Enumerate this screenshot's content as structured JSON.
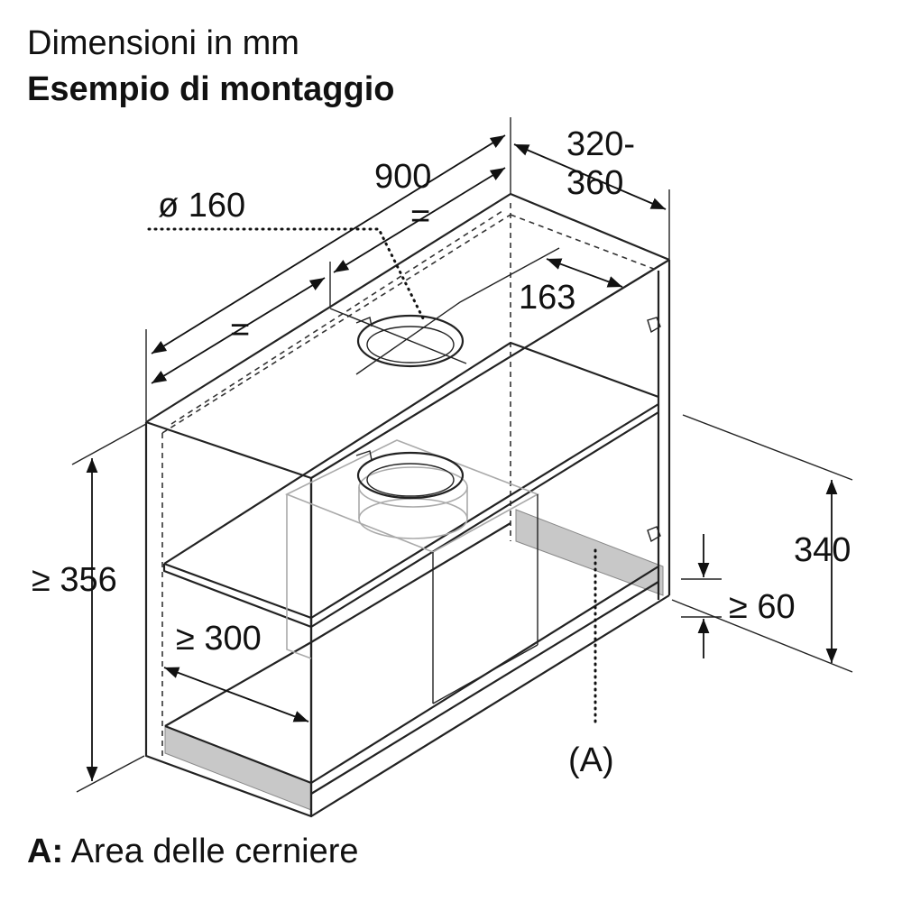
{
  "header": {
    "title": "Dimensioni in mm",
    "subtitle": "Esempio di montaggio"
  },
  "dimensions": {
    "width": "900",
    "depth_line1": "320-",
    "depth_line2": "360",
    "duct_diameter": "ø 160",
    "equal_top": "=",
    "equal_left": "=",
    "offset": "163",
    "min_height": "≥ 356",
    "min_depth": "≥ 300",
    "panel_height": "340",
    "min_gap": "≥ 60",
    "hinge_marker": "(A)"
  },
  "legend": {
    "key": "A:",
    "text": "Area delle cerniere"
  },
  "colors": {
    "line": "#222222",
    "hinge_area": "#c8c8c8",
    "ghost_unit": "#aaaaaa"
  }
}
